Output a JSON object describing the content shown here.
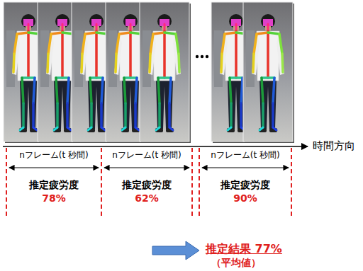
{
  "diagram": {
    "labels": [
      "時間方向",
      "nフレーム(t 秒間)",
      "nフレーム(t 秒間)",
      "nフレーム(t 秒間)",
      "推定疲労度",
      "推定疲労度",
      "推定疲労度",
      "78%",
      "62%",
      "90%",
      "推定結果 77%",
      "（平均値）"
    ]
  }
}
